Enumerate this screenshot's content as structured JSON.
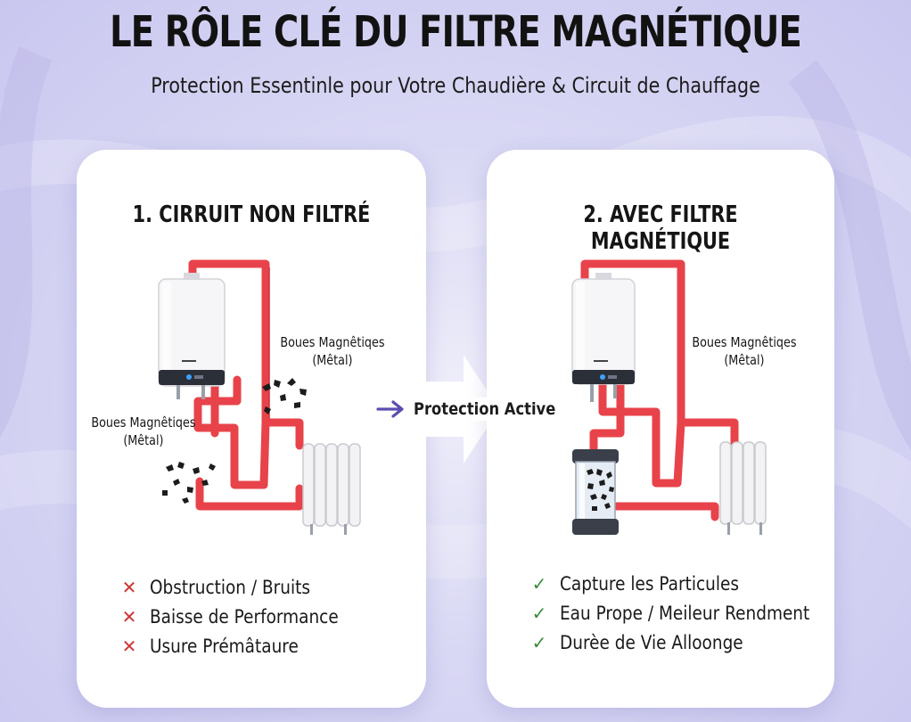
{
  "header": {
    "title": "LE RÔLE CLÉ DU FILTRE MAGNÉTIQUE",
    "subtitle": "Protection Essentinle pour Votre Chaudière & Circuit de Chauffage"
  },
  "left_panel": {
    "title": "1. CIRRUIT NON FILTRÉ",
    "sludge_label_top": [
      "Boues Magnêtiqes",
      "(Mêtal)"
    ],
    "sludge_label_bottom": [
      "Boues Magnêtiqes",
      "(Mêtal)"
    ],
    "problems": [
      "Obstruction / Bruits",
      "Baisse de Performance",
      "Usure Prémâtaure"
    ],
    "problem_icon": "cross-icon"
  },
  "transition": {
    "label": "Protection Active",
    "icon": "arrow-right-icon"
  },
  "right_panel": {
    "title": "2. AVEC FILTRE MAGNÉTIQUE",
    "sludge_label": [
      "Boues Magnêtiqes",
      "(Mêtal)"
    ],
    "benefits": [
      "Capture les Particules",
      "Eau Prope / Meileur Rendment",
      "Durèe de Vie Alloonge"
    ],
    "benefit_icon": "check-icon"
  },
  "colors": {
    "pipe": "#e8434a",
    "pipe_dark": "#c4333a",
    "cross": "#cf3535",
    "check": "#3a8c3a",
    "arrow": "#5a4fb0",
    "background": "#d9d8f4"
  }
}
